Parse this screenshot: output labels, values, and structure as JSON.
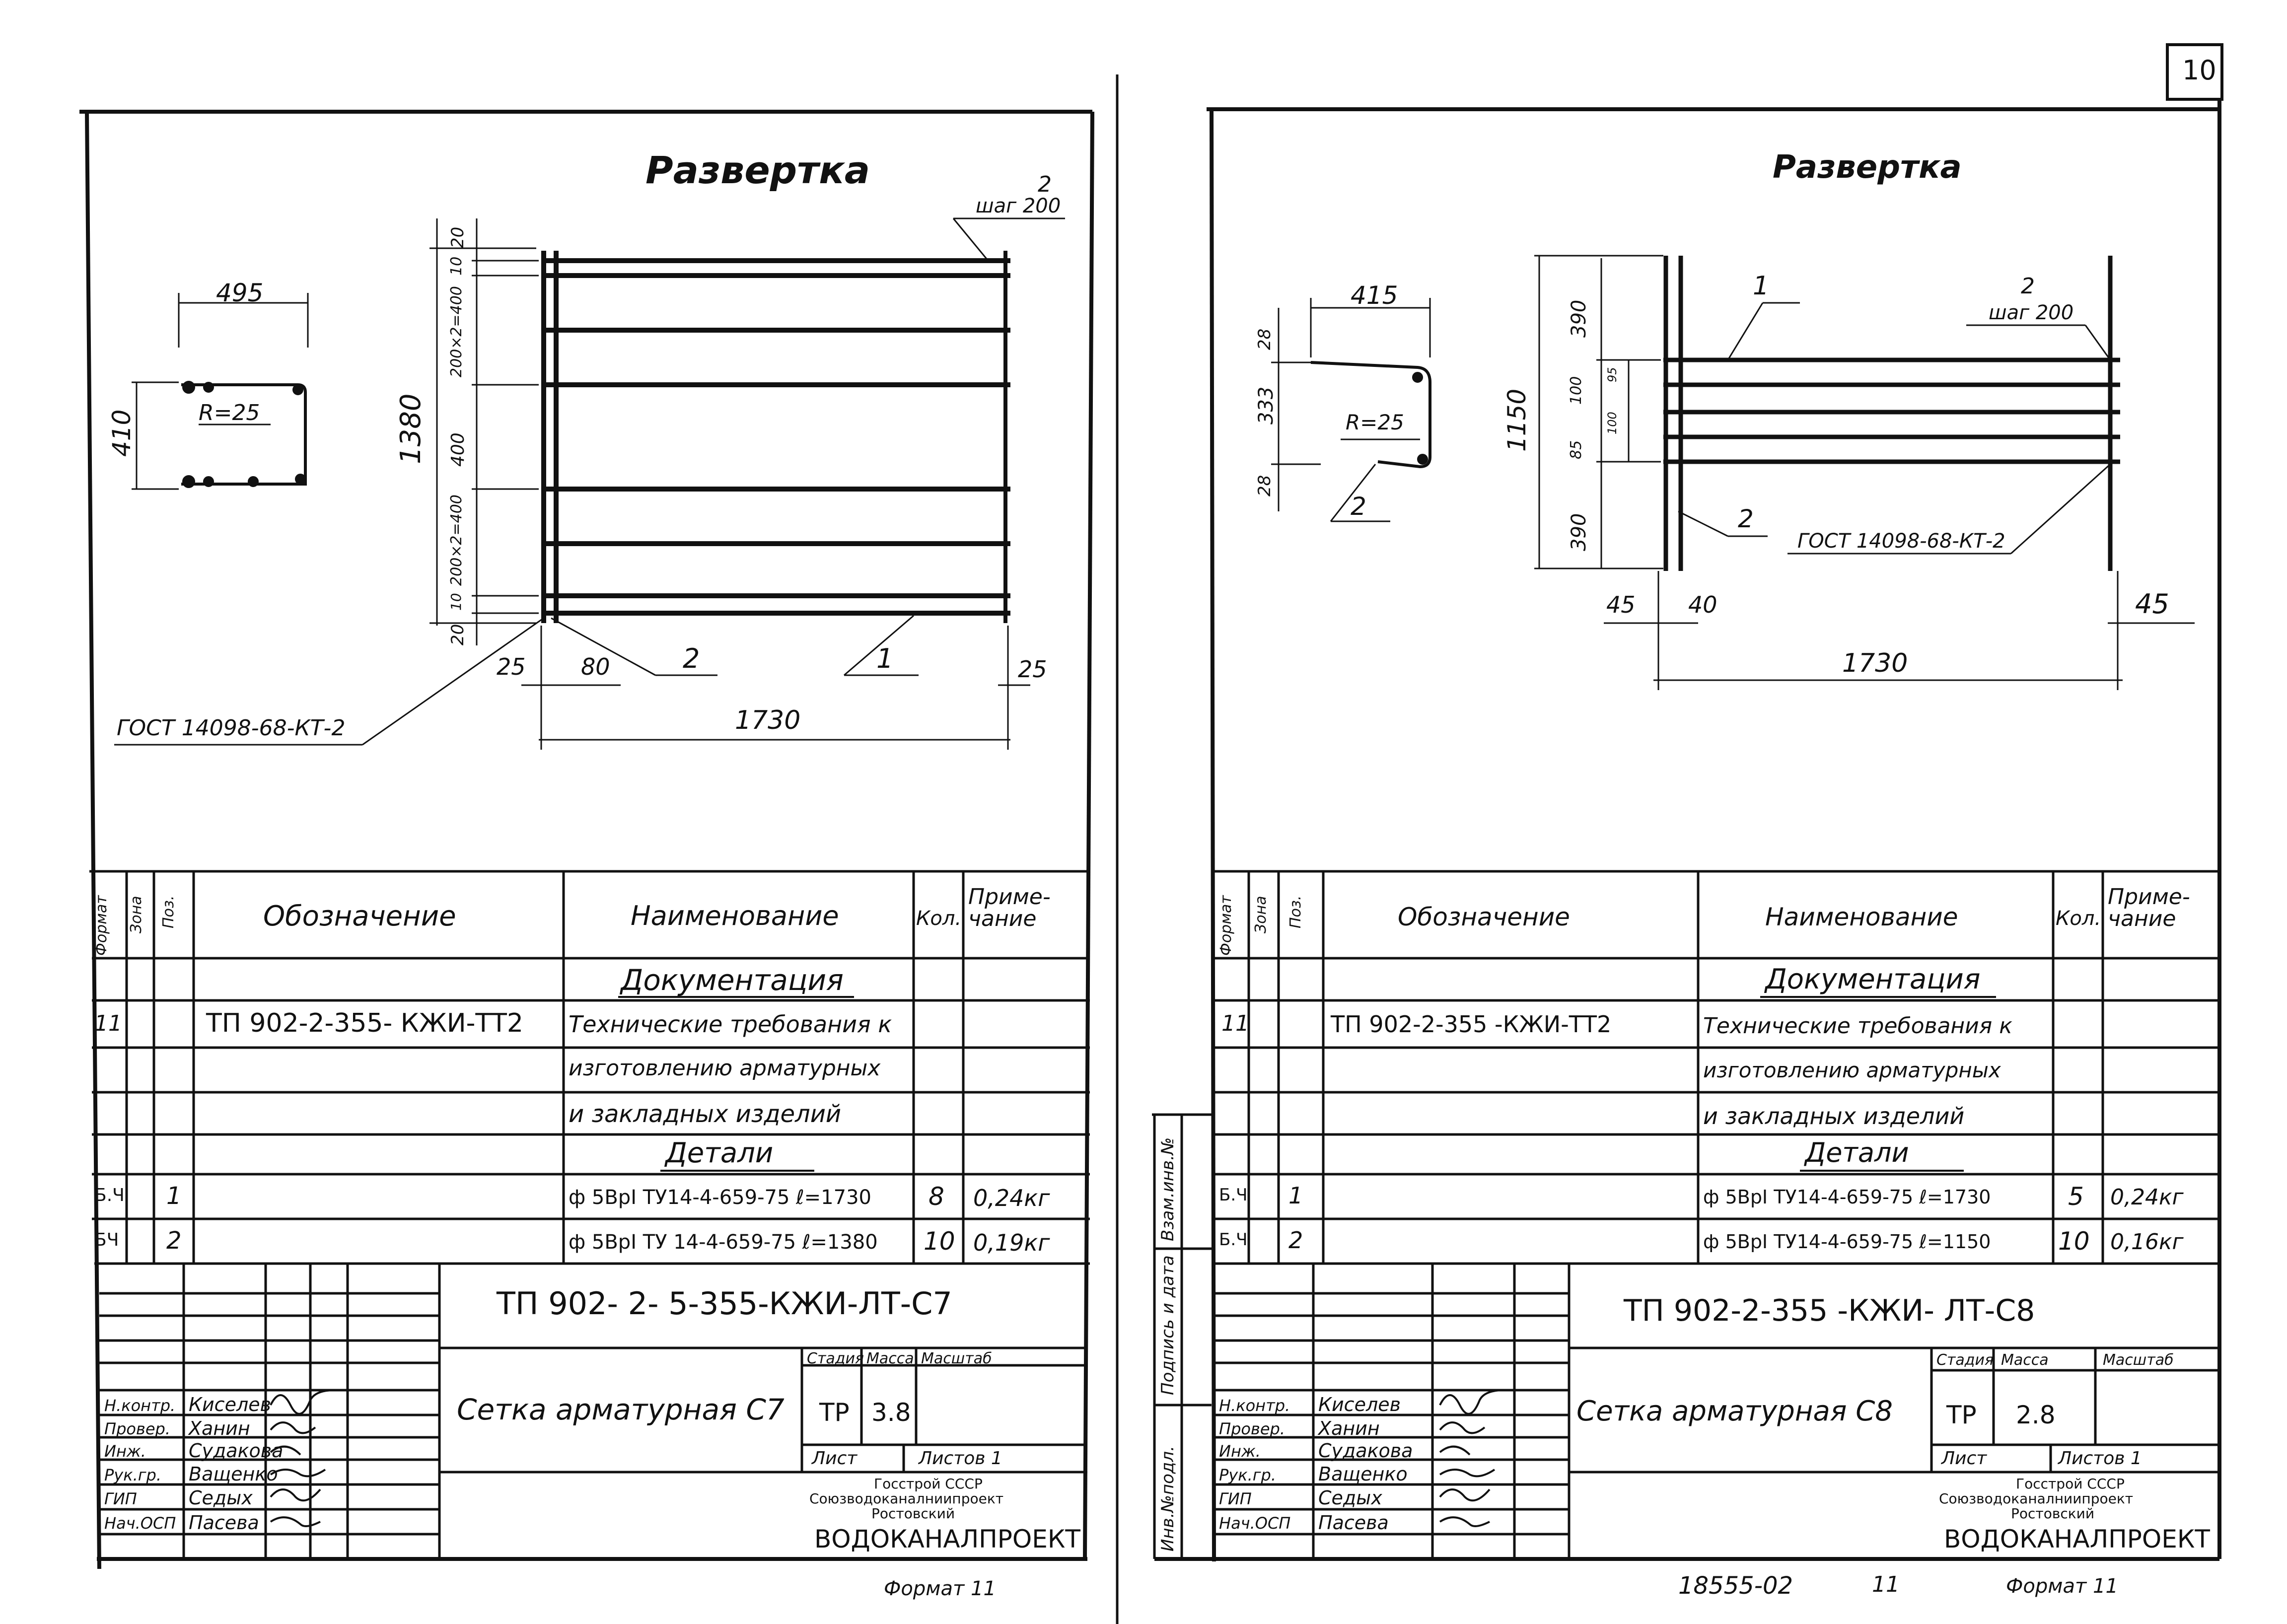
{
  "page_number": "10",
  "footer": {
    "doc_code": "18555-02",
    "sheet": "11",
    "format_label": "Формат 11"
  },
  "sheets": [
    {
      "drawing": {
        "title": "Развертка",
        "dims": {
          "w_top": "495",
          "h_left": "410",
          "radius": "R=25",
          "total_h": "1380",
          "d20a": "20",
          "d10a": "10",
          "d200x2a": "200×2=400",
          "d400": "400",
          "d200x2b": "200×2=400",
          "d10b": "10",
          "d20b": "20",
          "d25a": "25",
          "d80": "80",
          "d25b": "25",
          "total_w": "1730",
          "pos2_step": "2",
          "step": "шаг 200",
          "pos2": "2",
          "pos1": "1",
          "gost": "ГОСТ 14098-68-КТ-2"
        }
      },
      "spec": {
        "headers": {
          "format": "Формат",
          "zone": "Зона",
          "pos": "Поз.",
          "designation": "Обозначение",
          "name": "Наименование",
          "qty": "Кол.",
          "note": "Приме-чание"
        },
        "section_docs": "Документация",
        "rows_docs": [
          {
            "format": "11",
            "designation": "ТП 902-2-355- КЖИ-ТТ2",
            "name": "Технические требования к"
          },
          {
            "format": "",
            "designation": "",
            "name": "изготовлению арматурных"
          },
          {
            "format": "",
            "designation": "",
            "name": "и закладных изделий"
          }
        ],
        "section_parts": "Детали",
        "rows_parts": [
          {
            "format": "Б.Ч",
            "pos": "1",
            "name": "ф 5ВрI ТУ14-4-659-75 ℓ=1730",
            "qty": "8",
            "note": "0,24кг"
          },
          {
            "format": "БЧ",
            "pos": "2",
            "name": "ф 5ВрI ТУ 14-4-659-75 ℓ=1380",
            "qty": "10",
            "note": "0,19кг"
          }
        ]
      },
      "stamp": {
        "doc_code": "ТП 902- 2- 5-355-КЖИ-ЛТ-С7",
        "title": "Сетка арматурная С7",
        "stage_label": "Стадия",
        "mass_label": "Масса",
        "scale_label": "Масштаб",
        "stage": "ТР",
        "mass": "3.8",
        "sheet_label": "Лист",
        "sheets_label": "Листов 1",
        "org1": "Госстрой СССР",
        "org2": "Союзводоканалниипроект",
        "org3": "Ростовский",
        "org4": "ВОДОКАНАЛПРОЕКТ",
        "people": [
          {
            "role": "Н.контр.",
            "name": "Киселев"
          },
          {
            "role": "Провер.",
            "name": "Ханин"
          },
          {
            "role": "Инж.",
            "name": "Судакова"
          },
          {
            "role": "Рук.гр.",
            "name": "Ващенко"
          },
          {
            "role": "ГИП",
            "name": "Седых"
          },
          {
            "role": "Нач.ОСП",
            "name": "Пасева"
          }
        ]
      },
      "format_label": "Формат 11"
    },
    {
      "drawing": {
        "title": "Развертка",
        "dims": {
          "w_top": "415",
          "d28a": "28",
          "d333": "333",
          "d28b": "28",
          "radius": "R=25",
          "pos2b": "2",
          "total_h": "1150",
          "d390a": "390",
          "d100": "100",
          "d95": "95",
          "d100b": "100",
          "d85": "85",
          "d390b": "390",
          "pos1": "1",
          "pos2_step": "2",
          "step": "шаг 200",
          "pos2": "2",
          "gost": "ГОСТ 14098-68-КТ-2",
          "d45a": "45",
          "d40": "40",
          "d45b": "45",
          "total_w": "1730"
        }
      },
      "side_labels": [
        "Инв.№подл.",
        "Подпись и дата",
        "Взам.инв.№"
      ],
      "spec": {
        "headers": {
          "format": "Формат",
          "zone": "Зона",
          "pos": "Поз.",
          "designation": "Обозначение",
          "name": "Наименование",
          "qty": "Кол.",
          "note": "Приме-чание"
        },
        "section_docs": "Документация",
        "rows_docs": [
          {
            "format": "11",
            "designation": "ТП 902-2-355 -КЖИ-ТТ2",
            "name": "Технические требования к"
          },
          {
            "format": "",
            "designation": "",
            "name": "изготовлению арматурных"
          },
          {
            "format": "",
            "designation": "",
            "name": "и закладных изделий"
          }
        ],
        "section_parts": "Детали",
        "rows_parts": [
          {
            "format": "Б.Ч",
            "pos": "1",
            "name": "ф 5ВрI ТУ14-4-659-75 ℓ=1730",
            "qty": "5",
            "note": "0,24кг"
          },
          {
            "format": "Б.Ч",
            "pos": "2",
            "name": "ф 5ВрI ТУ14-4-659-75 ℓ=1150",
            "qty": "10",
            "note": "0,16кг"
          }
        ]
      },
      "stamp": {
        "doc_code": "ТП 902-2-355 -КЖИ- ЛТ-С8",
        "title": "Сетка арматурная С8",
        "stage_label": "Стадия",
        "mass_label": "Масса",
        "scale_label": "Масштаб",
        "stage": "ТР",
        "mass": "2.8",
        "sheet_label": "Лист",
        "sheets_label": "Листов 1",
        "org1": "Госстрой СССР",
        "org2": "Союзводоканалниипроект",
        "org3": "Ростовский",
        "org4": "ВОДОКАНАЛПРОЕКТ",
        "people": [
          {
            "role": "Н.контр.",
            "name": "Киселев"
          },
          {
            "role": "Провер.",
            "name": "Ханин"
          },
          {
            "role": "Инж.",
            "name": "Судакова"
          },
          {
            "role": "Рук.гр.",
            "name": "Ващенко"
          },
          {
            "role": "ГИП",
            "name": "Седых"
          },
          {
            "role": "Нач.ОСП",
            "name": "Пасева"
          }
        ]
      },
      "format_label": "Формат 11"
    }
  ]
}
